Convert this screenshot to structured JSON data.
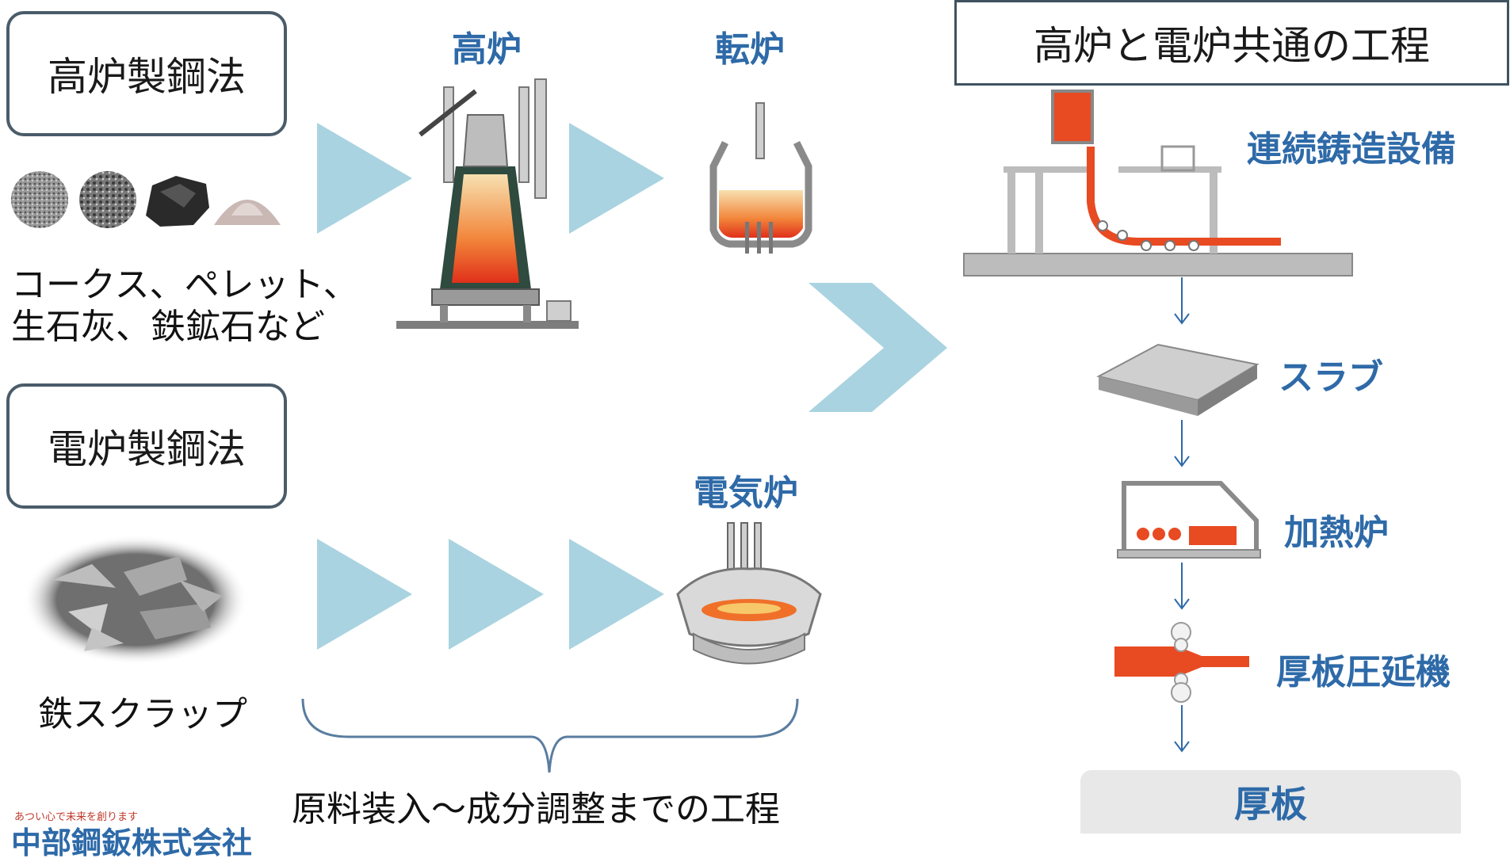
{
  "methods": {
    "blast_furnace": "高炉製鋼法",
    "electric_furnace": "電炉製鋼法"
  },
  "materials": {
    "blast_line1": "コークス、ペレット、",
    "blast_line2": "生石灰、鉄鉱石など",
    "scrap": "鉄スクラップ"
  },
  "furnaces": {
    "blast": "高炉",
    "converter": "転炉",
    "electric": "電気炉"
  },
  "common": {
    "title": "高炉と電炉共通の工程",
    "steps": [
      "連続鋳造設備",
      "スラブ",
      "加熱炉",
      "厚板圧延機"
    ],
    "final": "厚板"
  },
  "brace_label": "原料装入～成分調整までの工程",
  "company": {
    "tagline": "あつい心で未来を創ります",
    "name": "中部鋼鈑株式会社"
  },
  "colors": {
    "arrow": "#a9d3e0",
    "label_blue": "#2e6aa8",
    "molten": "#e8401c"
  }
}
